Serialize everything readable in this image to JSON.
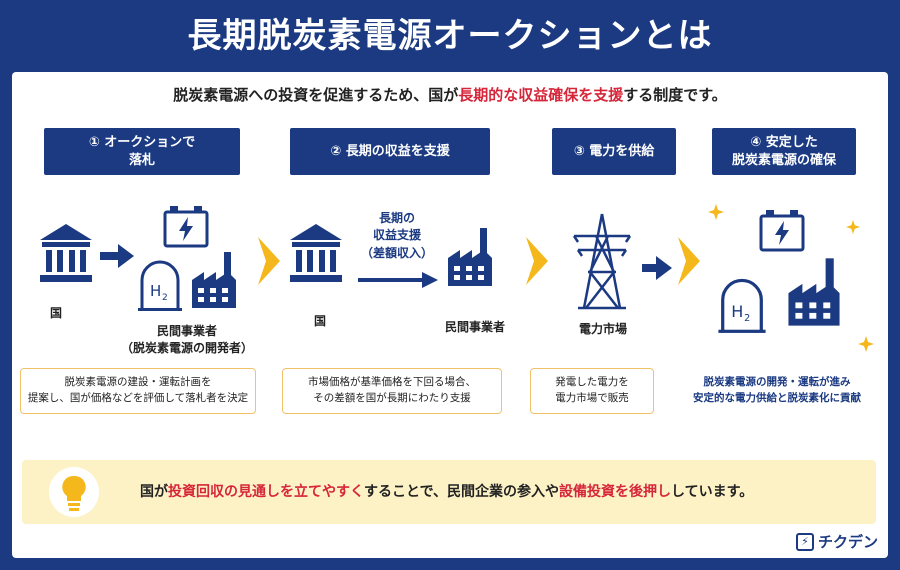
{
  "title": "長期脱炭素電源オークションとは",
  "intro": {
    "pre": "脱炭素電源への投資を促進するため、国が",
    "highlight": "長期的な収益確保を支援",
    "post": "する制度です。"
  },
  "steps": [
    {
      "line1": "① オークションで",
      "line2": "落札"
    },
    {
      "line1": "② 長期の収益を支援",
      "line2": ""
    },
    {
      "line1": "③ 電力を供給",
      "line2": ""
    },
    {
      "line1": "④ 安定した",
      "line2": "脱炭素電源の確保"
    }
  ],
  "labels": {
    "country1": "国",
    "operator1": "民間事業者",
    "operator1_sub": "（脱炭素電源の開発者）",
    "country2": "国",
    "support_l1": "長期の",
    "support_l2": "収益支援",
    "support_l3": "（差額収入）",
    "operator2": "民間事業者",
    "market": "電力市場",
    "h2": "H",
    "h2_sub": "2"
  },
  "descriptions": [
    {
      "l1": "脱炭素電源の建設・運転計画を",
      "l2": "提案し、国が価格などを評価して落札者を決定"
    },
    {
      "l1": "市場価格が基準価格を下回る場合、",
      "l2": "その差額を国が長期にわたり支援"
    },
    {
      "l1": "発電した電力を",
      "l2": "電力市場で販売"
    },
    {
      "l1": "脱炭素電源の開発・運転が進み",
      "l2": "安定的な電力供給と脱炭素化に貢献"
    }
  ],
  "banner": {
    "p1": "国が",
    "h1": "投資回収の見通しを立てやすく",
    "p2": "することで、民間企業の参入や",
    "h2": "設備投資を後押し",
    "p3": "しています。"
  },
  "logo": {
    "text": "チクデン",
    "mark": "⚡"
  },
  "colors": {
    "navy": "#1b3a82",
    "red": "#d6263a",
    "yellow": "#f5b81c",
    "cream": "#fdf2c6"
  },
  "icons": [
    "bank-icon",
    "arrow-right-icon",
    "battery-icon",
    "hydrogen-tank-icon",
    "factory-icon",
    "chevron-right-icon",
    "power-tower-icon",
    "sparkle-icon",
    "lightbulb-icon"
  ]
}
